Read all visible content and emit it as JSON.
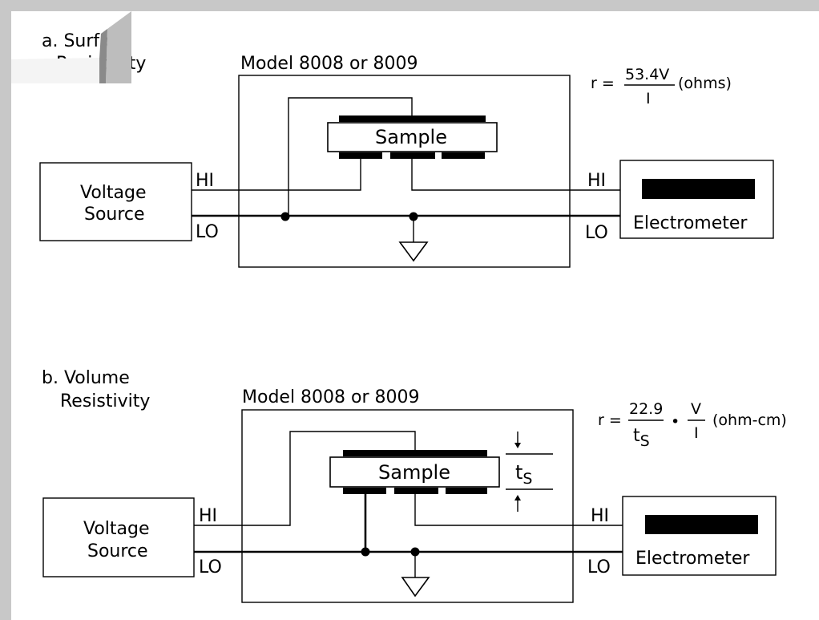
{
  "panel_a": {
    "section_label_line1": "a. Surface",
    "section_label_line2": "Resistivity",
    "model_label": "Model 8008 or 8009",
    "sample_label": "Sample",
    "voltage_source_line1": "Voltage",
    "voltage_source_line2": "Source",
    "electrometer_label": "Electrometer",
    "vs_hi": "HI",
    "vs_lo": "LO",
    "em_hi": "HI",
    "em_lo": "LO",
    "formula": {
      "lhs": "r =",
      "numerator": "53.4V",
      "denominator": "I",
      "unit": "(ohms)"
    }
  },
  "panel_b": {
    "section_label_line1": "b. Volume",
    "section_label_line2": "Resistivity",
    "model_label": "Model 8008 or 8009",
    "sample_label": "Sample",
    "thickness_label": "t",
    "thickness_sub": "S",
    "voltage_source_line1": "Voltage",
    "voltage_source_line2": "Source",
    "electrometer_label": "Electrometer",
    "vs_hi": "HI",
    "vs_lo": "LO",
    "em_hi": "HI",
    "em_lo": "LO",
    "formula": {
      "lhs": "r =",
      "num1": "22.9",
      "den1": "t",
      "den1_sub": "S",
      "dot": "•",
      "num2": "V",
      "den2": "I",
      "unit": "(ohm-cm)"
    }
  }
}
